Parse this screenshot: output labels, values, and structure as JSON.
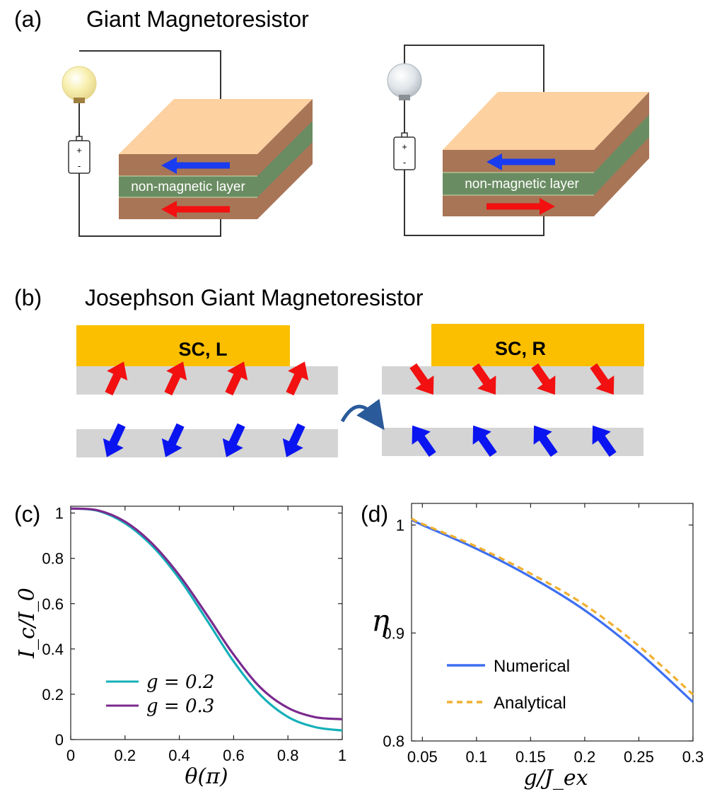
{
  "panel_a": {
    "label": "(a)",
    "title": "Giant Magnetoresistor",
    "layer_label": "non-magnetic layer",
    "battery_plus": "+",
    "battery_minus": "-",
    "colors": {
      "top_face": "#fdd1a0",
      "side": "#a87556",
      "spacer": "#6a8c62",
      "bulb_on": "#f8f0b0",
      "bulb_off": "#d8dee4"
    }
  },
  "panel_b": {
    "label": "(b)",
    "title": "Josephson Giant Magnetoresistor",
    "sc_left": "SC, L",
    "sc_right": "SC, R",
    "colors": {
      "sc": "#fbbf00",
      "layer": "#d4d4d4",
      "up_arrow": "#f21010",
      "down_arrow": "#0a14f0",
      "rotate": "#2b5a9a"
    }
  },
  "chart_data": [
    {
      "panel": "(c)",
      "type": "line",
      "xlabel": "θ(π)",
      "ylabel": "I_c/I_0",
      "xlim": [
        0,
        1
      ],
      "ylim": [
        0,
        1.03
      ],
      "xticks": [
        "0",
        "0.2",
        "0.4",
        "0.6",
        "0.8",
        "1"
      ],
      "yticks": [
        "0",
        "0.2",
        "0.4",
        "0.6",
        "0.8",
        "1"
      ],
      "legend_position": "bottom-left",
      "series": [
        {
          "name": "g = 0.2",
          "color": "#14b0b8",
          "x": [
            0,
            0.1,
            0.2,
            0.3,
            0.4,
            0.5,
            0.6,
            0.7,
            0.8,
            0.9,
            1.0
          ],
          "y": [
            1.02,
            1.01,
            0.955,
            0.855,
            0.71,
            0.53,
            0.345,
            0.195,
            0.1,
            0.055,
            0.04
          ]
        },
        {
          "name": "g = 0.3",
          "color": "#7b2a8e",
          "x": [
            0,
            0.1,
            0.2,
            0.3,
            0.4,
            0.5,
            0.6,
            0.7,
            0.8,
            0.9,
            1.0
          ],
          "y": [
            1.02,
            1.012,
            0.962,
            0.865,
            0.725,
            0.553,
            0.375,
            0.228,
            0.14,
            0.099,
            0.09
          ]
        }
      ]
    },
    {
      "panel": "(d)",
      "type": "line",
      "xlabel": "g/J_ex",
      "ylabel": "η",
      "xlim": [
        0.04,
        0.3
      ],
      "ylim": [
        0.8,
        1.02
      ],
      "xticks": [
        "0.05",
        "0.1",
        "0.15",
        "0.2",
        "0.25",
        "0.3"
      ],
      "yticks": [
        "0.8",
        "0.9",
        "1"
      ],
      "legend_position": "bottom-left",
      "series": [
        {
          "name": "Numerical",
          "color": "#3d6ff0",
          "dash": false,
          "x": [
            0.04,
            0.05,
            0.1,
            0.15,
            0.2,
            0.25,
            0.3
          ],
          "y": [
            1.005,
            1.0,
            0.978,
            0.952,
            0.921,
            0.882,
            0.836
          ]
        },
        {
          "name": "Analytical",
          "color": "#f0b030",
          "dash": true,
          "x": [
            0.04,
            0.05,
            0.1,
            0.15,
            0.2,
            0.25,
            0.3
          ],
          "y": [
            1.006,
            1.001,
            0.98,
            0.955,
            0.926,
            0.888,
            0.843
          ]
        }
      ]
    }
  ]
}
